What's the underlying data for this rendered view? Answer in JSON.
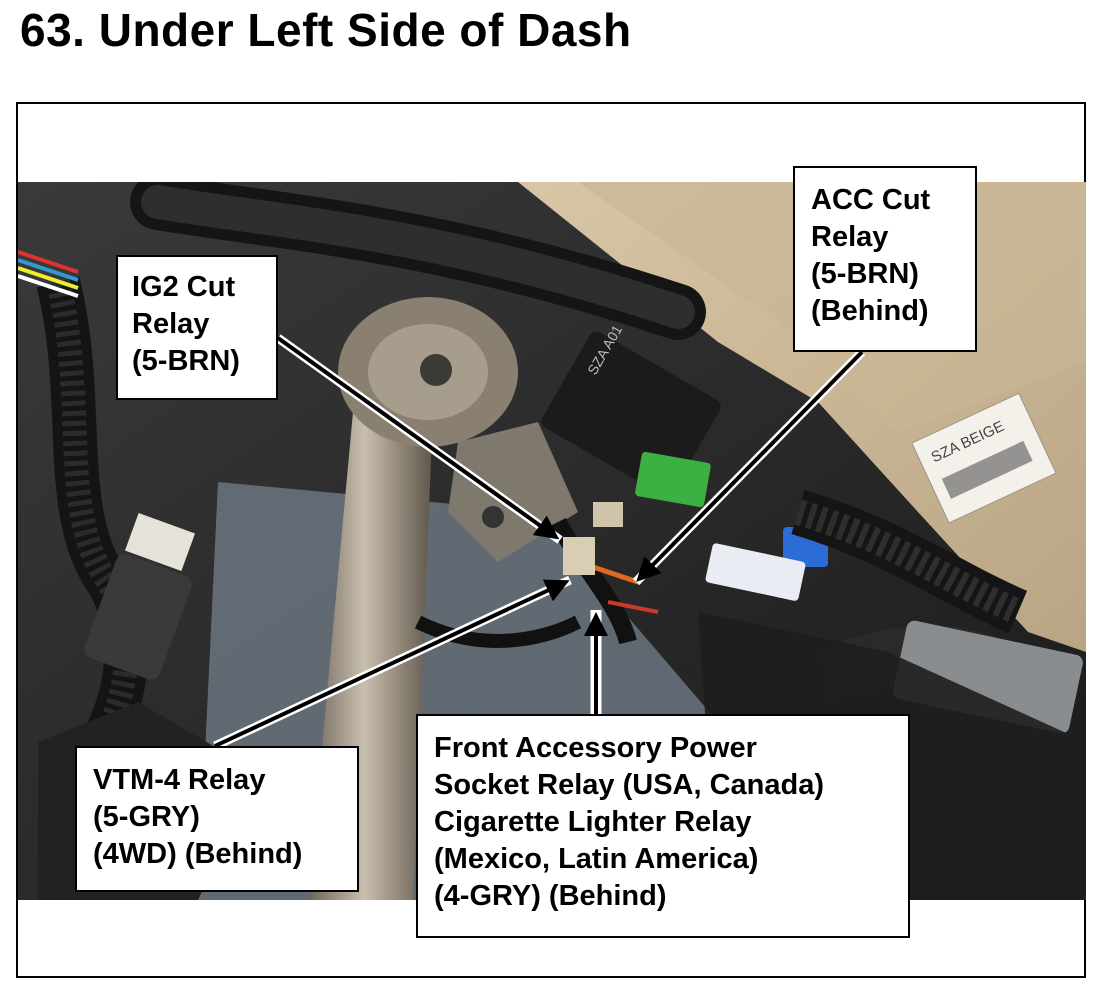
{
  "title": "63.  Under Left Side of Dash",
  "labels": {
    "ig2": [
      "IG2 Cut",
      "Relay",
      "(5-BRN)"
    ],
    "acc": [
      "ACC Cut",
      "Relay",
      "(5-BRN)",
      "(Behind)"
    ],
    "vtm": [
      "VTM-4 Relay",
      "(5-GRY)",
      "(4WD) (Behind)"
    ],
    "front": [
      "Front Accessory Power",
      "Socket Relay (USA, Canada)",
      "Cigarette Lighter Relay",
      "(Mexico, Latin America)",
      "(4-GRY) (Behind)"
    ]
  },
  "photo_stickers": {
    "relay_marking": "SZA A01",
    "beige_tag": "SZA BEIGE"
  }
}
